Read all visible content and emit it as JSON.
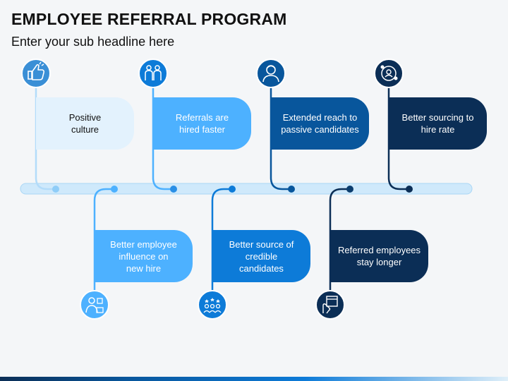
{
  "title": "EMPLOYEE REFERRAL PROGRAM",
  "subtitle": "Enter your sub headline here",
  "colors": {
    "lightest": "#e3f2fd",
    "light": "#4db1ff",
    "medium": "#0d7bd8",
    "dark": "#08569c",
    "darkest": "#0b2e56",
    "timeline": "#cfe9fb"
  },
  "top_items": [
    {
      "text": "Positive\nculture",
      "icon": "thumbs-up-icon"
    },
    {
      "text": "Referrals are\nhired faster",
      "icon": "people-icon"
    },
    {
      "text": "Extended reach to\npassive candidates",
      "icon": "person-icon"
    },
    {
      "text": "Better sourcing to\nhire rate",
      "icon": "network-icon"
    }
  ],
  "bottom_items": [
    {
      "text": "Better employee\ninfluence on\nnew hire",
      "icon": "presenter-icon"
    },
    {
      "text": "Better source of\ncredible\ncandidates",
      "icon": "rated-team-icon"
    },
    {
      "text": "Referred employees\nstay longer",
      "icon": "calendar-hand-icon"
    }
  ]
}
